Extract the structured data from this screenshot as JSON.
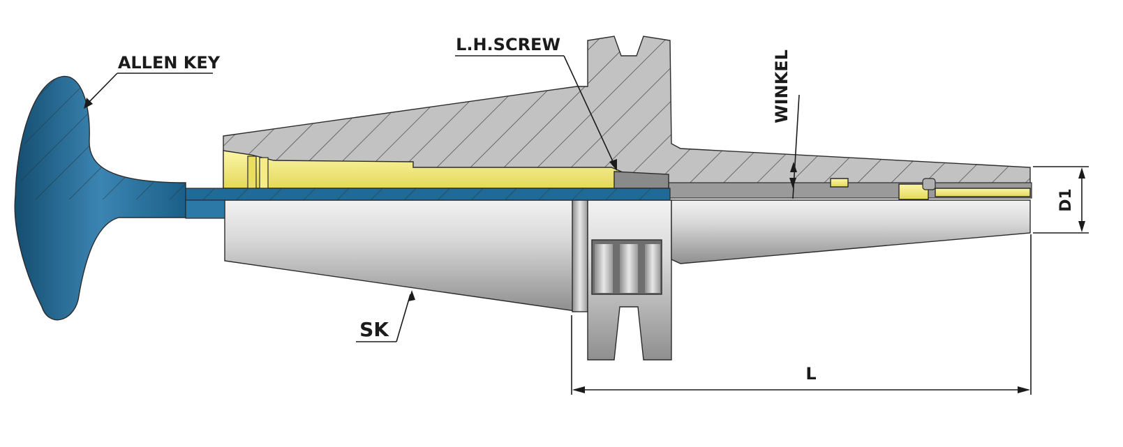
{
  "labels": {
    "allen_key": "ALLEN KEY",
    "lh_screw": "L.H.SCREW",
    "winkel": "WINKEL",
    "sk": "SK",
    "d1": "D1",
    "l": "L"
  },
  "colors": {
    "steel": "#b9b9b9",
    "steel_light": "#e4e4e4",
    "steel_dark": "#8e8e8e",
    "brass": "#f1ea7a",
    "key_blue": "#1f6a96",
    "key_blue_light": "#4a90bc",
    "outline": "#2b2b2b"
  }
}
